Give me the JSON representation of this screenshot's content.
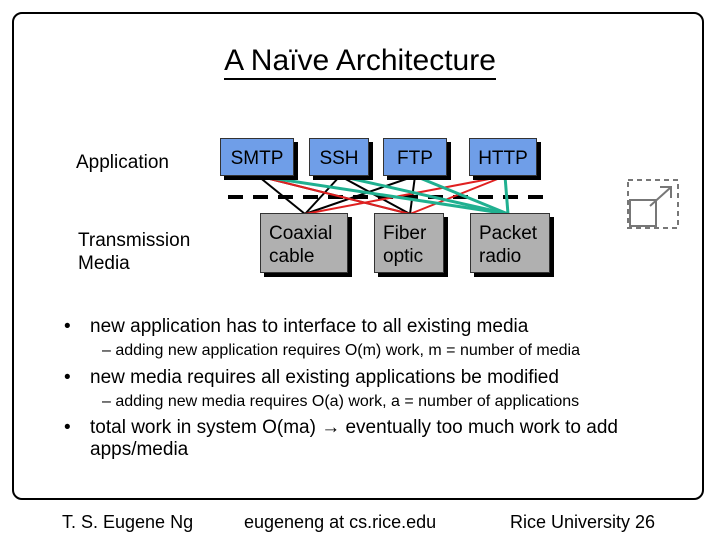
{
  "title": "A Naïve Architecture",
  "diagram": {
    "row_labels": {
      "application": "Application",
      "media": "Transmission\nMedia"
    },
    "applications": [
      "SMTP",
      "SSH",
      "FTP",
      "HTTP"
    ],
    "media": [
      "Coaxial\ncable",
      "Fiber\noptic",
      "Packet\nradio"
    ],
    "colors": {
      "app_box": "#6f9ee8",
      "media_box": "#b0b0b0",
      "line_black": "#000000",
      "line_red": "#e02020",
      "line_teal": "#20b090"
    }
  },
  "bullets": [
    {
      "text": "new application has to interface to all existing media",
      "sub": "adding new application requires O(m) work, m = number of media"
    },
    {
      "text": "new media requires all existing applications be modified",
      "sub": "adding new media requires O(a) work, a = number of applications"
    },
    {
      "text": "total work in system O(ma) → eventually too much work to add apps/media",
      "sub": ""
    }
  ],
  "footer": {
    "left": "T. S. Eugene Ng",
    "center": "eugeneng at cs.rice.edu",
    "right": "Rice University 26"
  },
  "icons": {
    "corner": "expand-arrow-icon"
  }
}
